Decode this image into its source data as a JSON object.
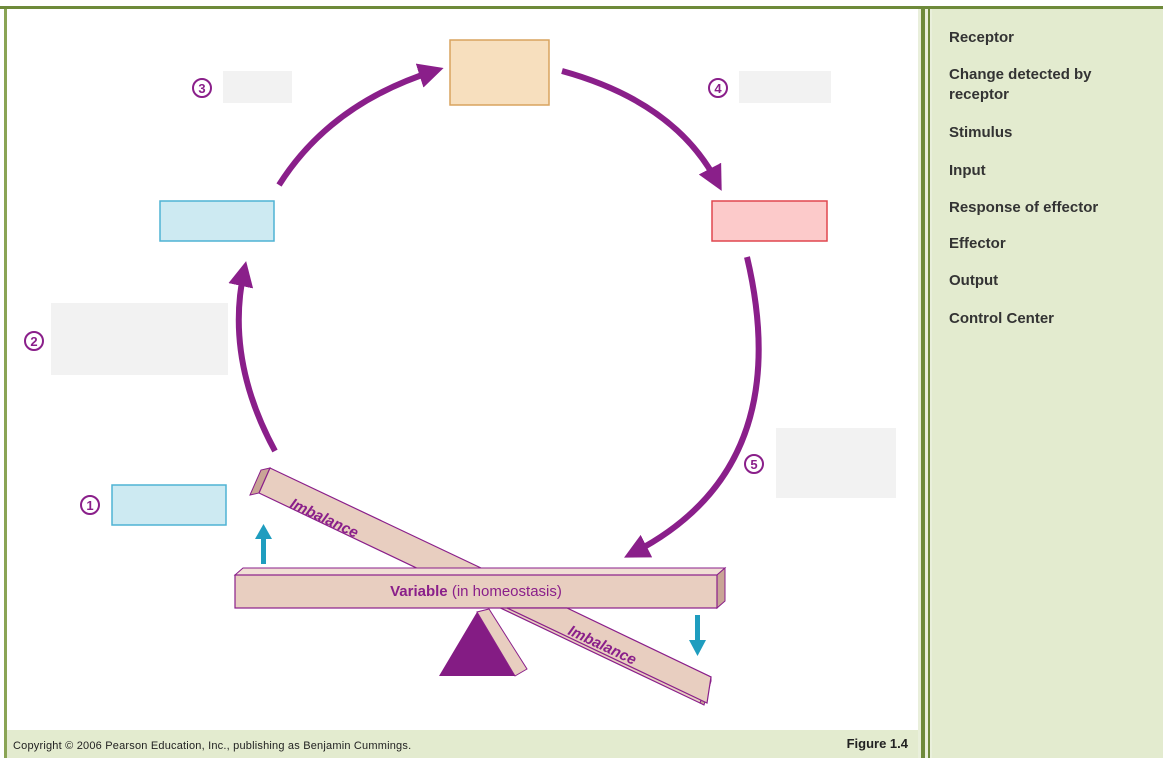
{
  "labels": [
    "Receptor",
    "Change detected by receptor",
    "Stimulus",
    "Input",
    "Response of effector",
    "Effector",
    "Output",
    "Control Center"
  ],
  "diagram": {
    "steps": [
      "1",
      "2",
      "3",
      "4",
      "5"
    ],
    "variable_bold": "Variable",
    "variable_rest": " (in homeostasis)",
    "imbalance_top": "Imbalance",
    "imbalance_bottom": "Imbalance"
  },
  "footer": {
    "copyright": "Copyright © 2006 Pearson Education, Inc., publishing as Benjamin Cummings.",
    "figure": "Figure 1.4"
  },
  "colors": {
    "arrow": "#8a1f8a",
    "control_center": "#f7dfbe",
    "receptor": "#cdeaf2",
    "effector": "#fccaca",
    "beam": "#e8cec0",
    "fulcrum": "#841c84",
    "indicator_arrow": "#1f9dbf",
    "panel": "#e3ebcf"
  }
}
